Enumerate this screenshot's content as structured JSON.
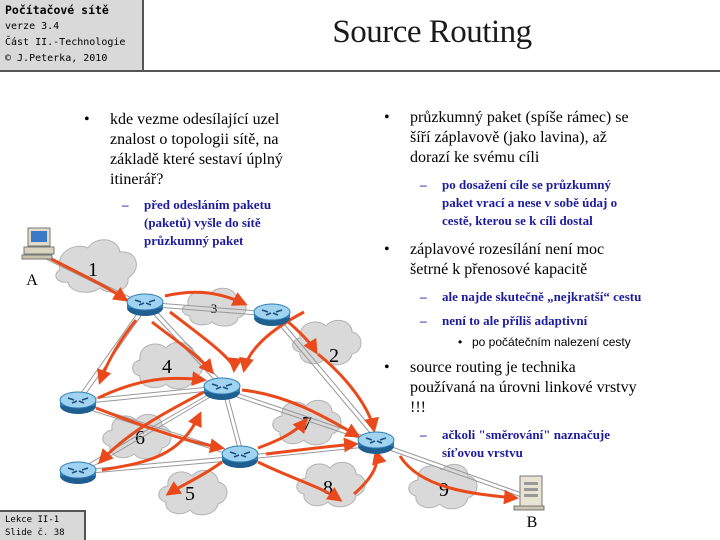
{
  "header": {
    "course_title": "Počítačové sítě",
    "version": "verze 3.4",
    "part": "Část II.-Technologie",
    "copyright": "© J.Peterka, 2010"
  },
  "title": "Source Routing",
  "footer": {
    "lesson": "Lekce II-1",
    "slide": "Slide č. 38"
  },
  "left_column": {
    "bullet_1": [
      "kde vezme odesílající uzel",
      "znalost o topologii sítě, na",
      "základě které sestaví úplný",
      "itinerář?"
    ],
    "sub_1": [
      "před odesláním paketu",
      "(paketů) vyšle do sítě",
      "průzkumný paket"
    ]
  },
  "right_column": {
    "bullet_1": [
      "průzkumný paket (spíše rámec) se",
      "šíří záplavově (jako lavina), až",
      "dorazí ke svému cíli"
    ],
    "sub_1": [
      "po dosažení cíle se průzkumný",
      "paket vrací a nese v sobě údaj o",
      "cestě, kterou se k cíli dostal"
    ],
    "bullet_2": [
      "záplavové rozesílání není moc",
      "šetrné k přenosové kapacitě"
    ],
    "sub_2": "ale najde skutečně „nejkratší“ cestu",
    "sub_3": "není to ale příliš adaptivní",
    "sub_4": "po počátečním nalezení cesty",
    "bullet_3": [
      "source routing je technika",
      "používaná na úrovni linkové vrstvy",
      "!!!"
    ],
    "sub_5": [
      "ačkoli \"směrování\" naznačuje",
      "síťovou vrstvu"
    ]
  },
  "diagram": {
    "host_a_label": "A",
    "host_b_label": "B",
    "clouds": [
      "1",
      "3",
      "2",
      "4",
      "6",
      "7",
      "5",
      "8",
      "9"
    ],
    "colors": {
      "router_body": "#2f7fb5",
      "router_top": "#9fd3f0",
      "cloud_fill": "#d9d9d9",
      "flood_arrow": "#ea4a1b",
      "link": "#999999"
    }
  }
}
